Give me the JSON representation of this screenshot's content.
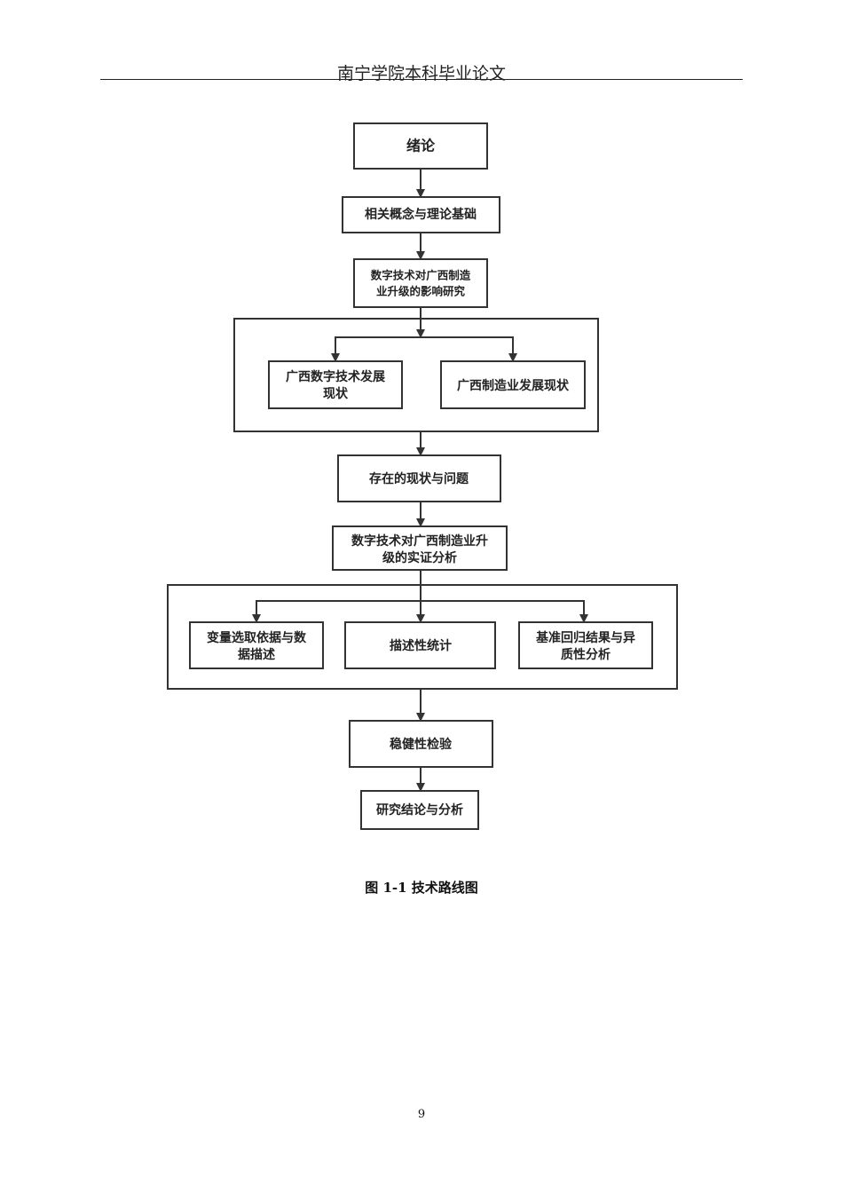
{
  "header": {
    "title": "南宁学院本科毕业论文"
  },
  "flowchart": {
    "nodes": {
      "intro": [
        "绪论"
      ],
      "concepts": [
        "相关概念与理论基础"
      ],
      "impact": [
        "数字技术对广西制造",
        "业升级的影响研究"
      ],
      "digital_status": [
        "广西数字技术发展",
        "现状"
      ],
      "mfg_status": [
        "广西制造业发展现状"
      ],
      "problems": [
        "存在的现状与问题"
      ],
      "empirical": [
        "数字技术对广西制造业升",
        "级的实证分析"
      ],
      "variables": [
        "变量选取依据与数",
        "据描述"
      ],
      "descriptive": [
        "描述性统计"
      ],
      "regression": [
        "基准回归结果与异",
        "质性分析"
      ],
      "robustness": [
        "稳健性检验"
      ],
      "conclusion": [
        "研究结论与分析"
      ]
    }
  },
  "caption": "图 1-1 技术路线图",
  "page_number": "9"
}
